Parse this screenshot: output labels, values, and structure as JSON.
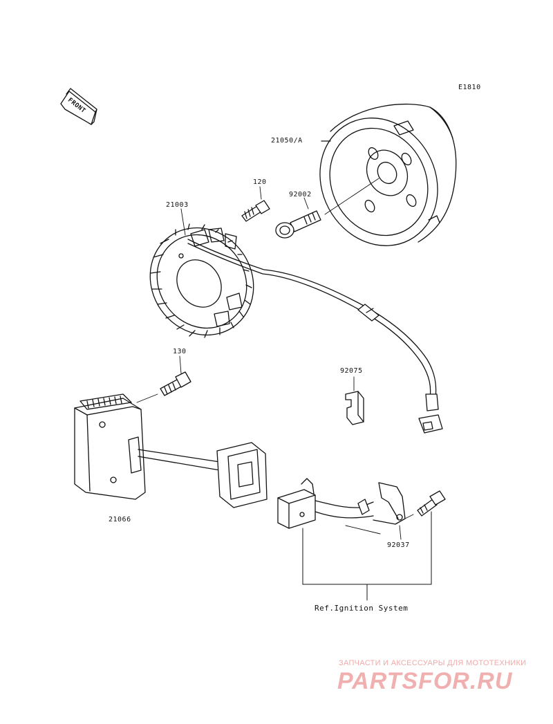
{
  "diagram_id": "E1810",
  "front_label": "FRONT",
  "parts": {
    "flywheel": "21050/A",
    "bolt_120": "120",
    "bolt_92002": "92002",
    "stator": "21003",
    "bolt_130": "130",
    "clip_92075": "92075",
    "regulator": "21066",
    "bolt_92037": "92037"
  },
  "reference": "Ref.Ignition System",
  "watermark": {
    "tagline": "ЗАПЧАСТИ И АКСЕССУАРЫ ДЛЯ МОТОТЕХНИКИ",
    "logo": "PARTSFOR.RU"
  }
}
